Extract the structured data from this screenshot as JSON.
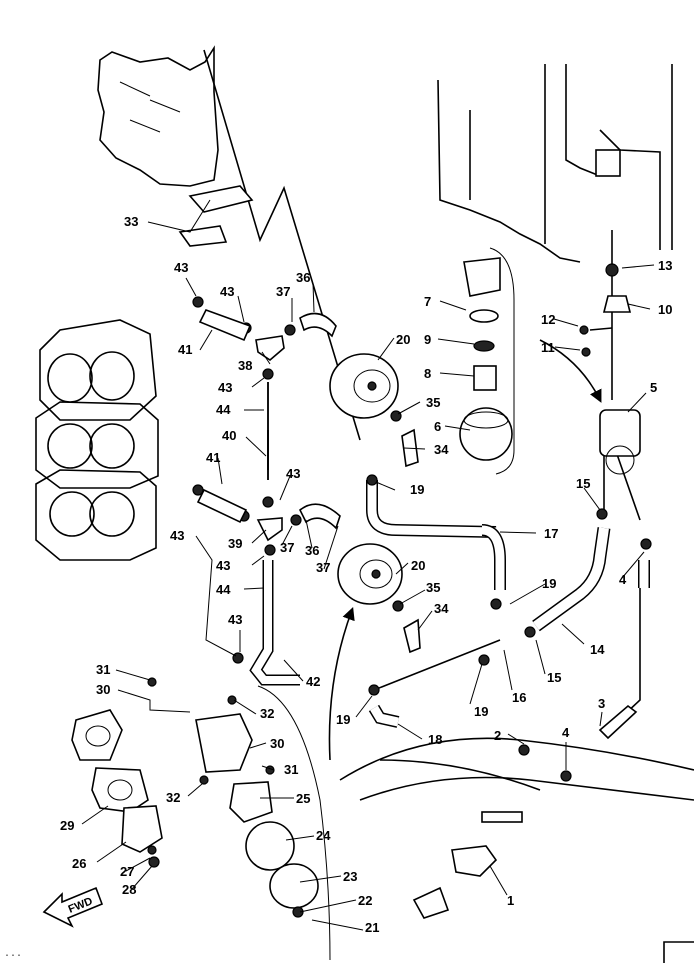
{
  "diagram": {
    "direction_label": "FWD",
    "footer_text": "...",
    "callouts": [
      {
        "label": "1"
      },
      {
        "label": "2"
      },
      {
        "label": "3"
      },
      {
        "label": "4"
      },
      {
        "label": "4"
      },
      {
        "label": "5"
      },
      {
        "label": "6"
      },
      {
        "label": "7"
      },
      {
        "label": "8"
      },
      {
        "label": "9"
      },
      {
        "label": "10"
      },
      {
        "label": "11"
      },
      {
        "label": "12"
      },
      {
        "label": "13"
      },
      {
        "label": "14"
      },
      {
        "label": "15"
      },
      {
        "label": "15"
      },
      {
        "label": "16"
      },
      {
        "label": "17"
      },
      {
        "label": "18"
      },
      {
        "label": "19"
      },
      {
        "label": "19"
      },
      {
        "label": "19"
      },
      {
        "label": "19"
      },
      {
        "label": "20"
      },
      {
        "label": "20"
      },
      {
        "label": "21"
      },
      {
        "label": "22"
      },
      {
        "label": "23"
      },
      {
        "label": "24"
      },
      {
        "label": "25"
      },
      {
        "label": "26"
      },
      {
        "label": "27"
      },
      {
        "label": "28"
      },
      {
        "label": "29"
      },
      {
        "label": "30"
      },
      {
        "label": "30"
      },
      {
        "label": "31"
      },
      {
        "label": "31"
      },
      {
        "label": "32"
      },
      {
        "label": "32"
      },
      {
        "label": "33"
      },
      {
        "label": "34"
      },
      {
        "label": "34"
      },
      {
        "label": "35"
      },
      {
        "label": "35"
      },
      {
        "label": "36"
      },
      {
        "label": "36"
      },
      {
        "label": "37"
      },
      {
        "label": "37"
      },
      {
        "label": "37"
      },
      {
        "label": "38"
      },
      {
        "label": "39"
      },
      {
        "label": "40"
      },
      {
        "label": "41"
      },
      {
        "label": "41"
      },
      {
        "label": "42"
      },
      {
        "label": "43"
      },
      {
        "label": "43"
      },
      {
        "label": "43"
      },
      {
        "label": "43"
      },
      {
        "label": "43"
      },
      {
        "label": "43"
      },
      {
        "label": "43"
      },
      {
        "label": "44"
      },
      {
        "label": "44"
      }
    ]
  }
}
